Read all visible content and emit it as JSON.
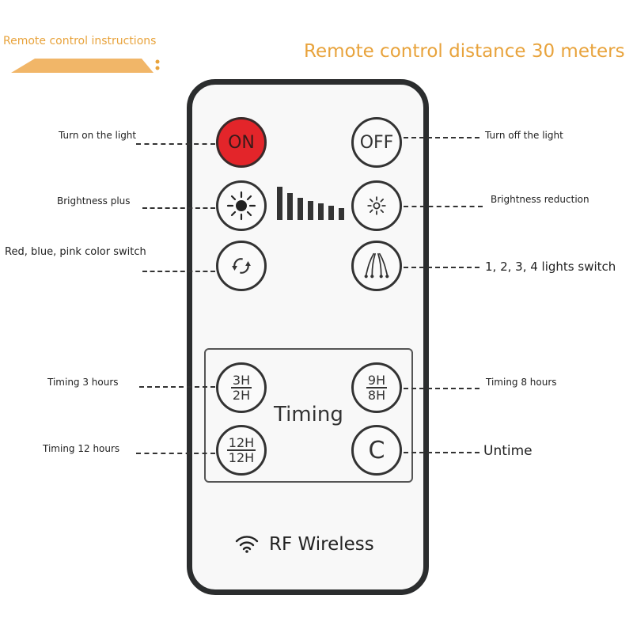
{
  "header": {
    "instructions_title": "Remote control instructions",
    "distance_text": "Remote control distance 30 meters"
  },
  "buttons": {
    "on": "ON",
    "off": "OFF",
    "timing_3h_top": "3H",
    "timing_3h_bottom": "2H",
    "timing_8h_top": "9H",
    "timing_8h_bottom": "8H",
    "timing_12h_top": "12H",
    "timing_12h_bottom": "12H",
    "untime": "C"
  },
  "remote": {
    "timing_label": "Timing",
    "brand": "RF Wireless"
  },
  "labels": {
    "turn_on": "Turn on the light",
    "turn_off": "Turn off the light",
    "brightness_plus": "Brightness plus",
    "brightness_reduction": "Brightness reduction",
    "color_switch": "Red, blue, pink color switch",
    "lights_switch": "1, 2, 3, 4 lights switch",
    "timing_3": "Timing 3 hours",
    "timing_8": "Timing 8 hours",
    "timing_12": "Timing 12 hours",
    "untime": "Untime"
  },
  "icons": {
    "brightness_plus": "sun-filled-icon",
    "brightness_minus": "sun-small-icon",
    "color_cycle": "cycle-arrows-icon",
    "lights": "light-rays-icon",
    "wireless": "wifi-icon"
  },
  "colors": {
    "accent": "#e8a33c",
    "on_button": "#e3252a",
    "remote_border": "#2b2d2e"
  }
}
